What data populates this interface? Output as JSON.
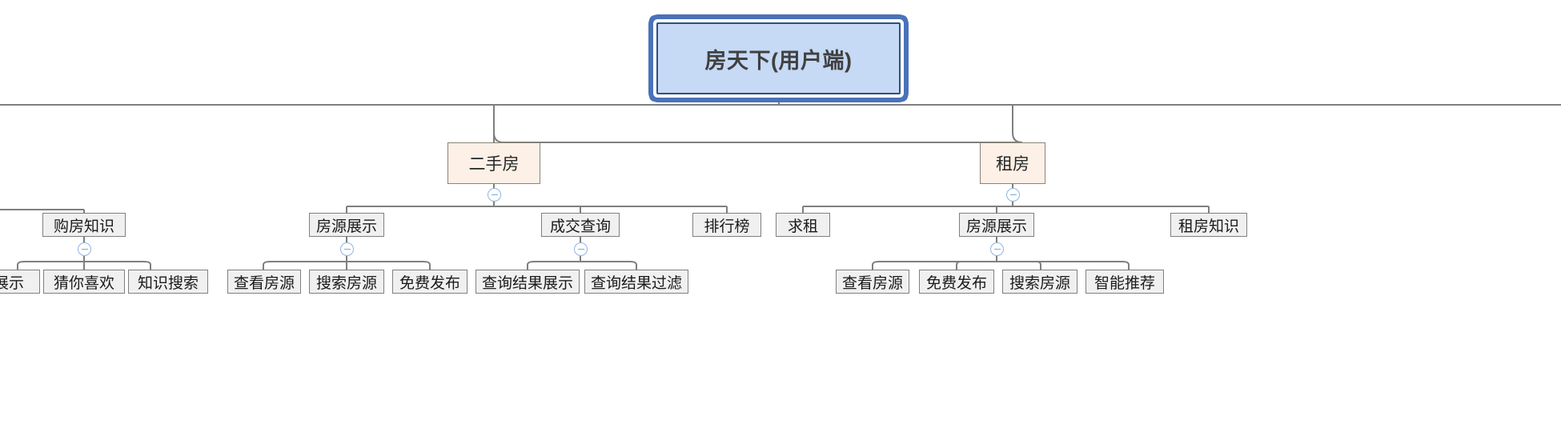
{
  "diagram": {
    "type": "tree",
    "title_node": "房天下(用户端)",
    "background": "#ffffff",
    "colors": {
      "root_fill": "#c6d9f5",
      "root_border": "#4a72b8",
      "branch_fill": "#fdf0e6",
      "branch_border": "#8c8279",
      "leaf_fill": "#f0f0f0",
      "leaf_border": "#808080",
      "connector": "#7f7f7f",
      "collapse_border": "#8fb4e0"
    }
  },
  "nodes": {
    "root": {
      "label": "房天下(用户端)",
      "level": 0
    },
    "ershoufang": {
      "label": "二手房",
      "level": 1
    },
    "zufang": {
      "label": "租房",
      "level": 1
    },
    "goufangzhishi": {
      "label": "购房知识",
      "level": 2
    },
    "fangyuanzhanshi_left": {
      "label": "房源展示",
      "level": 2
    },
    "chengjiaochaxun": {
      "label": "成交查询",
      "level": 2
    },
    "paihangbang": {
      "label": "排行榜",
      "level": 2
    },
    "qiuzu": {
      "label": "求租",
      "level": 2
    },
    "fangyuanzhanshi_right": {
      "label": "房源展示",
      "level": 2
    },
    "zufangzhishi": {
      "label": "租房知识",
      "level": 2
    },
    "zhanshi_cut": {
      "label": "展示",
      "level": 3
    },
    "cainixihuan": {
      "label": "猜你喜欢",
      "level": 3
    },
    "zhishisousuo": {
      "label": "知识搜索",
      "level": 3
    },
    "chakanfangyuan_l": {
      "label": "查看房源",
      "level": 3
    },
    "sousuofangyuan_l": {
      "label": "搜索房源",
      "level": 3
    },
    "mianfeifabu_l": {
      "label": "免费发布",
      "level": 3
    },
    "chaxunjieguozhanshi": {
      "label": "查询结果展示",
      "level": 3
    },
    "chaxunjieguoguolv": {
      "label": "查询结果过滤",
      "level": 3
    },
    "chakanfangyuan_r": {
      "label": "查看房源",
      "level": 3
    },
    "mianfeifabu_r": {
      "label": "免费发布",
      "level": 3
    },
    "sousuofangyuan_r": {
      "label": "搜索房源",
      "level": 3
    },
    "zhinengtuijian": {
      "label": "智能推荐",
      "level": 3
    }
  },
  "collapse_toggles": {
    "symbol": "−",
    "state": "expanded",
    "targets": [
      "ershoufang",
      "zufang",
      "goufangzhishi",
      "fangyuanzhanshi_left",
      "chengjiaochaxun",
      "fangyuanzhanshi_right"
    ]
  }
}
